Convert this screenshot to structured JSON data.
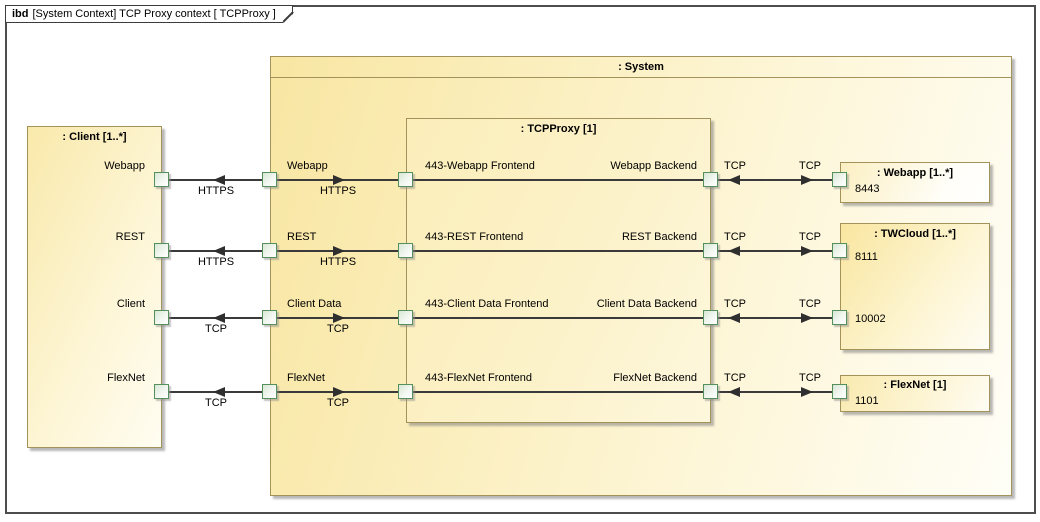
{
  "tab": {
    "kind": "ibd",
    "title": "[System Context] TCP Proxy context [ TCPProxy ]"
  },
  "blocks": {
    "client": {
      "title": ": Client [1..*]"
    },
    "system": {
      "title": ": System"
    },
    "tcpproxy": {
      "title": ": TCPProxy [1]"
    },
    "webapp": {
      "title": ": Webapp [1..*]",
      "port_labels": [
        "8443"
      ]
    },
    "twcloud": {
      "title": ": TWCloud [1..*]",
      "port_labels": [
        "8111",
        "10002"
      ]
    },
    "flexnet": {
      "title": ": FlexNet [1]",
      "port_labels": [
        "1101"
      ]
    }
  },
  "rows": [
    {
      "client_port": "Webapp",
      "seg1": "HTTPS",
      "boundary_port": "Webapp",
      "seg2": "HTTPS",
      "frontend": "443-Webapp Frontend",
      "backend": "Webapp Backend",
      "seg3": "TCP",
      "seg4": "TCP"
    },
    {
      "client_port": "REST",
      "seg1": "HTTPS",
      "boundary_port": "REST",
      "seg2": "HTTPS",
      "frontend": "443-REST Frontend",
      "backend": "REST Backend",
      "seg3": "TCP",
      "seg4": "TCP"
    },
    {
      "client_port": "Client",
      "seg1": "TCP",
      "boundary_port": "Client Data",
      "seg2": "TCP",
      "frontend": "443-Client Data Frontend",
      "backend": "Client Data Backend",
      "seg3": "TCP",
      "seg4": "TCP"
    },
    {
      "client_port": "FlexNet",
      "seg1": "TCP",
      "boundary_port": "FlexNet",
      "seg2": "TCP",
      "frontend": "443-FlexNet Frontend",
      "backend": "FlexNet Backend",
      "seg3": "TCP",
      "seg4": "TCP"
    }
  ],
  "colors": {
    "block_border": "#a3925a",
    "block_fill_yellow": "#f8e6a2",
    "port_border": "#55905c",
    "connector_line": "#3a3a3a",
    "frame_border": "#4d4d4d"
  }
}
